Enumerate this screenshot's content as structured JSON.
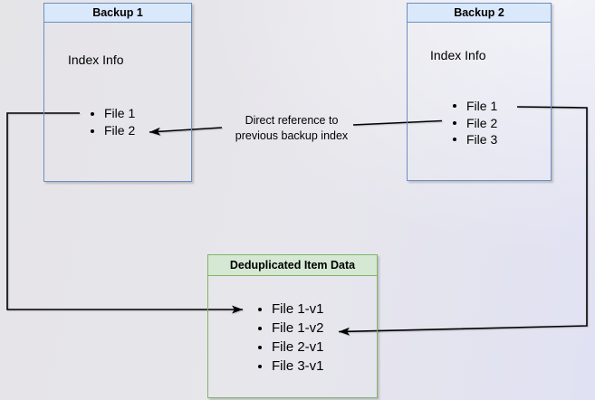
{
  "backup1": {
    "title": "Backup 1",
    "section_label": "Index Info",
    "items": [
      "File 1",
      "File 2"
    ]
  },
  "backup2": {
    "title": "Backup 2",
    "section_label": "Index Info",
    "items": [
      "File 1",
      "File 2",
      "File 3"
    ]
  },
  "dedup": {
    "title": "Deduplicated Item Data",
    "items": [
      "File 1-v1",
      "File 1-v2",
      "File 2-v1",
      "File 3-v1"
    ]
  },
  "annotation": {
    "line1": "Direct reference to",
    "line2": "previous backup index"
  },
  "colors": {
    "blue_fill": "#dae8fc",
    "blue_border": "#6c8ebf",
    "green_fill": "#d5e8d4",
    "green_border": "#82b366",
    "arrow": "#000000"
  }
}
